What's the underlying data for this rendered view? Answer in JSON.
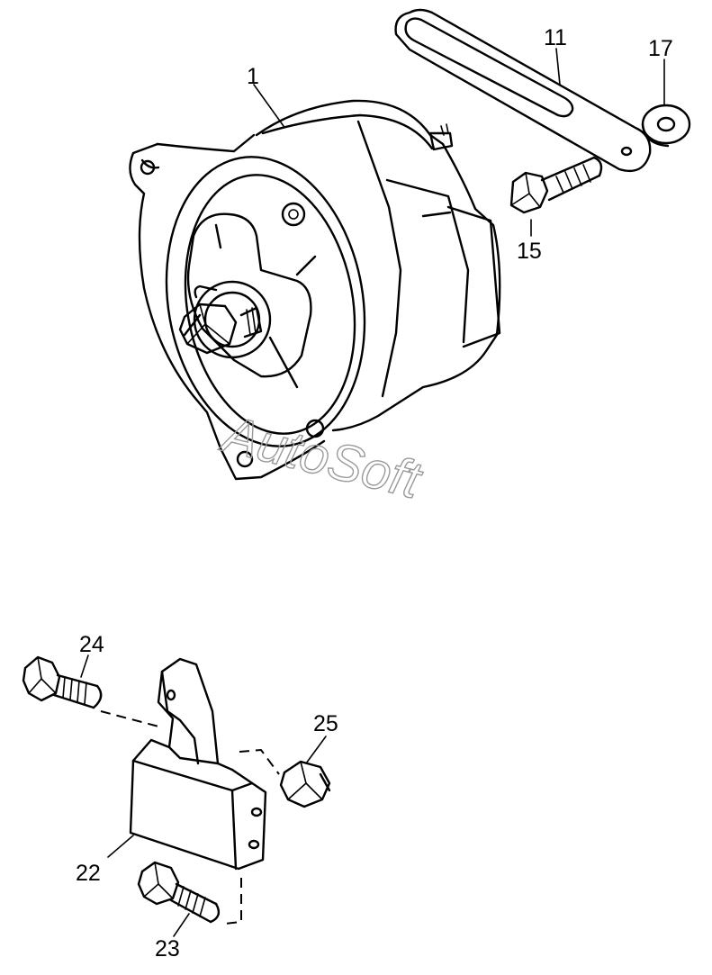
{
  "watermark": "AutoSoft",
  "callouts": {
    "alternator": "1",
    "adjusting_strap": "11",
    "bolt_15": "15",
    "washer_17": "17",
    "bracket": "22",
    "bolt_23": "23",
    "bolt_24": "24",
    "nut_25": "25"
  }
}
